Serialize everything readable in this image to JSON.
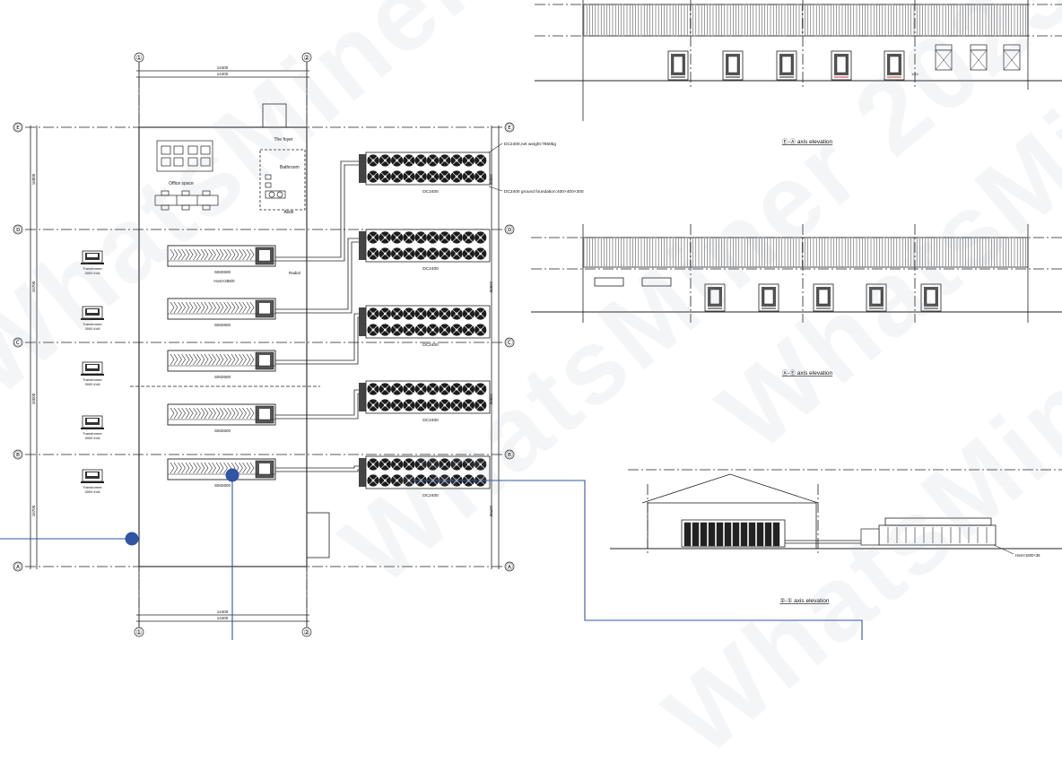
{
  "plan": {
    "top_dims": [
      "14400",
      "14400"
    ],
    "bottom_dims": [
      "14400",
      "14400"
    ],
    "left_dims": [
      "16800",
      "16700",
      "10500",
      "16700"
    ],
    "right_dims": [
      "16800",
      "16800",
      "16800",
      "16700"
    ],
    "grid_col_labels": [
      "①",
      "②"
    ],
    "grid_row_labels": [
      "Ⓔ",
      "Ⓓ",
      "Ⓒ",
      "Ⓑ",
      "Ⓐ"
    ],
    "office": {
      "foyer_label": "The foyer",
      "bathroom_label": "Bathroom",
      "office_space_label": "Office space",
      "aisle_label": "Aisle"
    },
    "transformers": [
      {
        "name": "Transformer",
        "rating": "3000 kVA"
      },
      {
        "name": "Transformer",
        "rating": "3000 kVA"
      },
      {
        "name": "Transformer",
        "rating": "3000 kVA"
      },
      {
        "name": "Transformer",
        "rating": "3000 kVA"
      },
      {
        "name": "Transformer",
        "rating": "3000 kVA"
      }
    ],
    "hosts": [
      {
        "label": "SIM2600"
      },
      {
        "label": "SIM2600"
      },
      {
        "label": "SIM2600"
      },
      {
        "label": "SIM2600"
      },
      {
        "label": "SIM2600"
      }
    ],
    "host_first_note": "Host×288/0",
    "radial_note": "Radial",
    "dry_coolers": [
      {
        "label": "DC2400"
      },
      {
        "label": "DC2400"
      },
      {
        "label": "DC2400"
      },
      {
        "label": "DC2400"
      },
      {
        "label": "DC2400"
      }
    ],
    "dc_weight_note": "DC2400,net weight:7860kg",
    "dc_foundation_note": "DC2400 ground foundation:400×400×300"
  },
  "elevations": {
    "top_caption": "Ⓔ-Ⓐ axis elevation",
    "top_note": "1/10",
    "middle_caption": "Ⓐ-Ⓔ axis elevation",
    "bottom_caption": "②-① axis elevation",
    "bottom_note": "Host×1600×38"
  },
  "watermark": {
    "text": "WhatsMiner 2023"
  },
  "colors": {
    "line": "#222222",
    "annotation_blue": "#2f55a4",
    "accent_red": "#cc3333"
  }
}
